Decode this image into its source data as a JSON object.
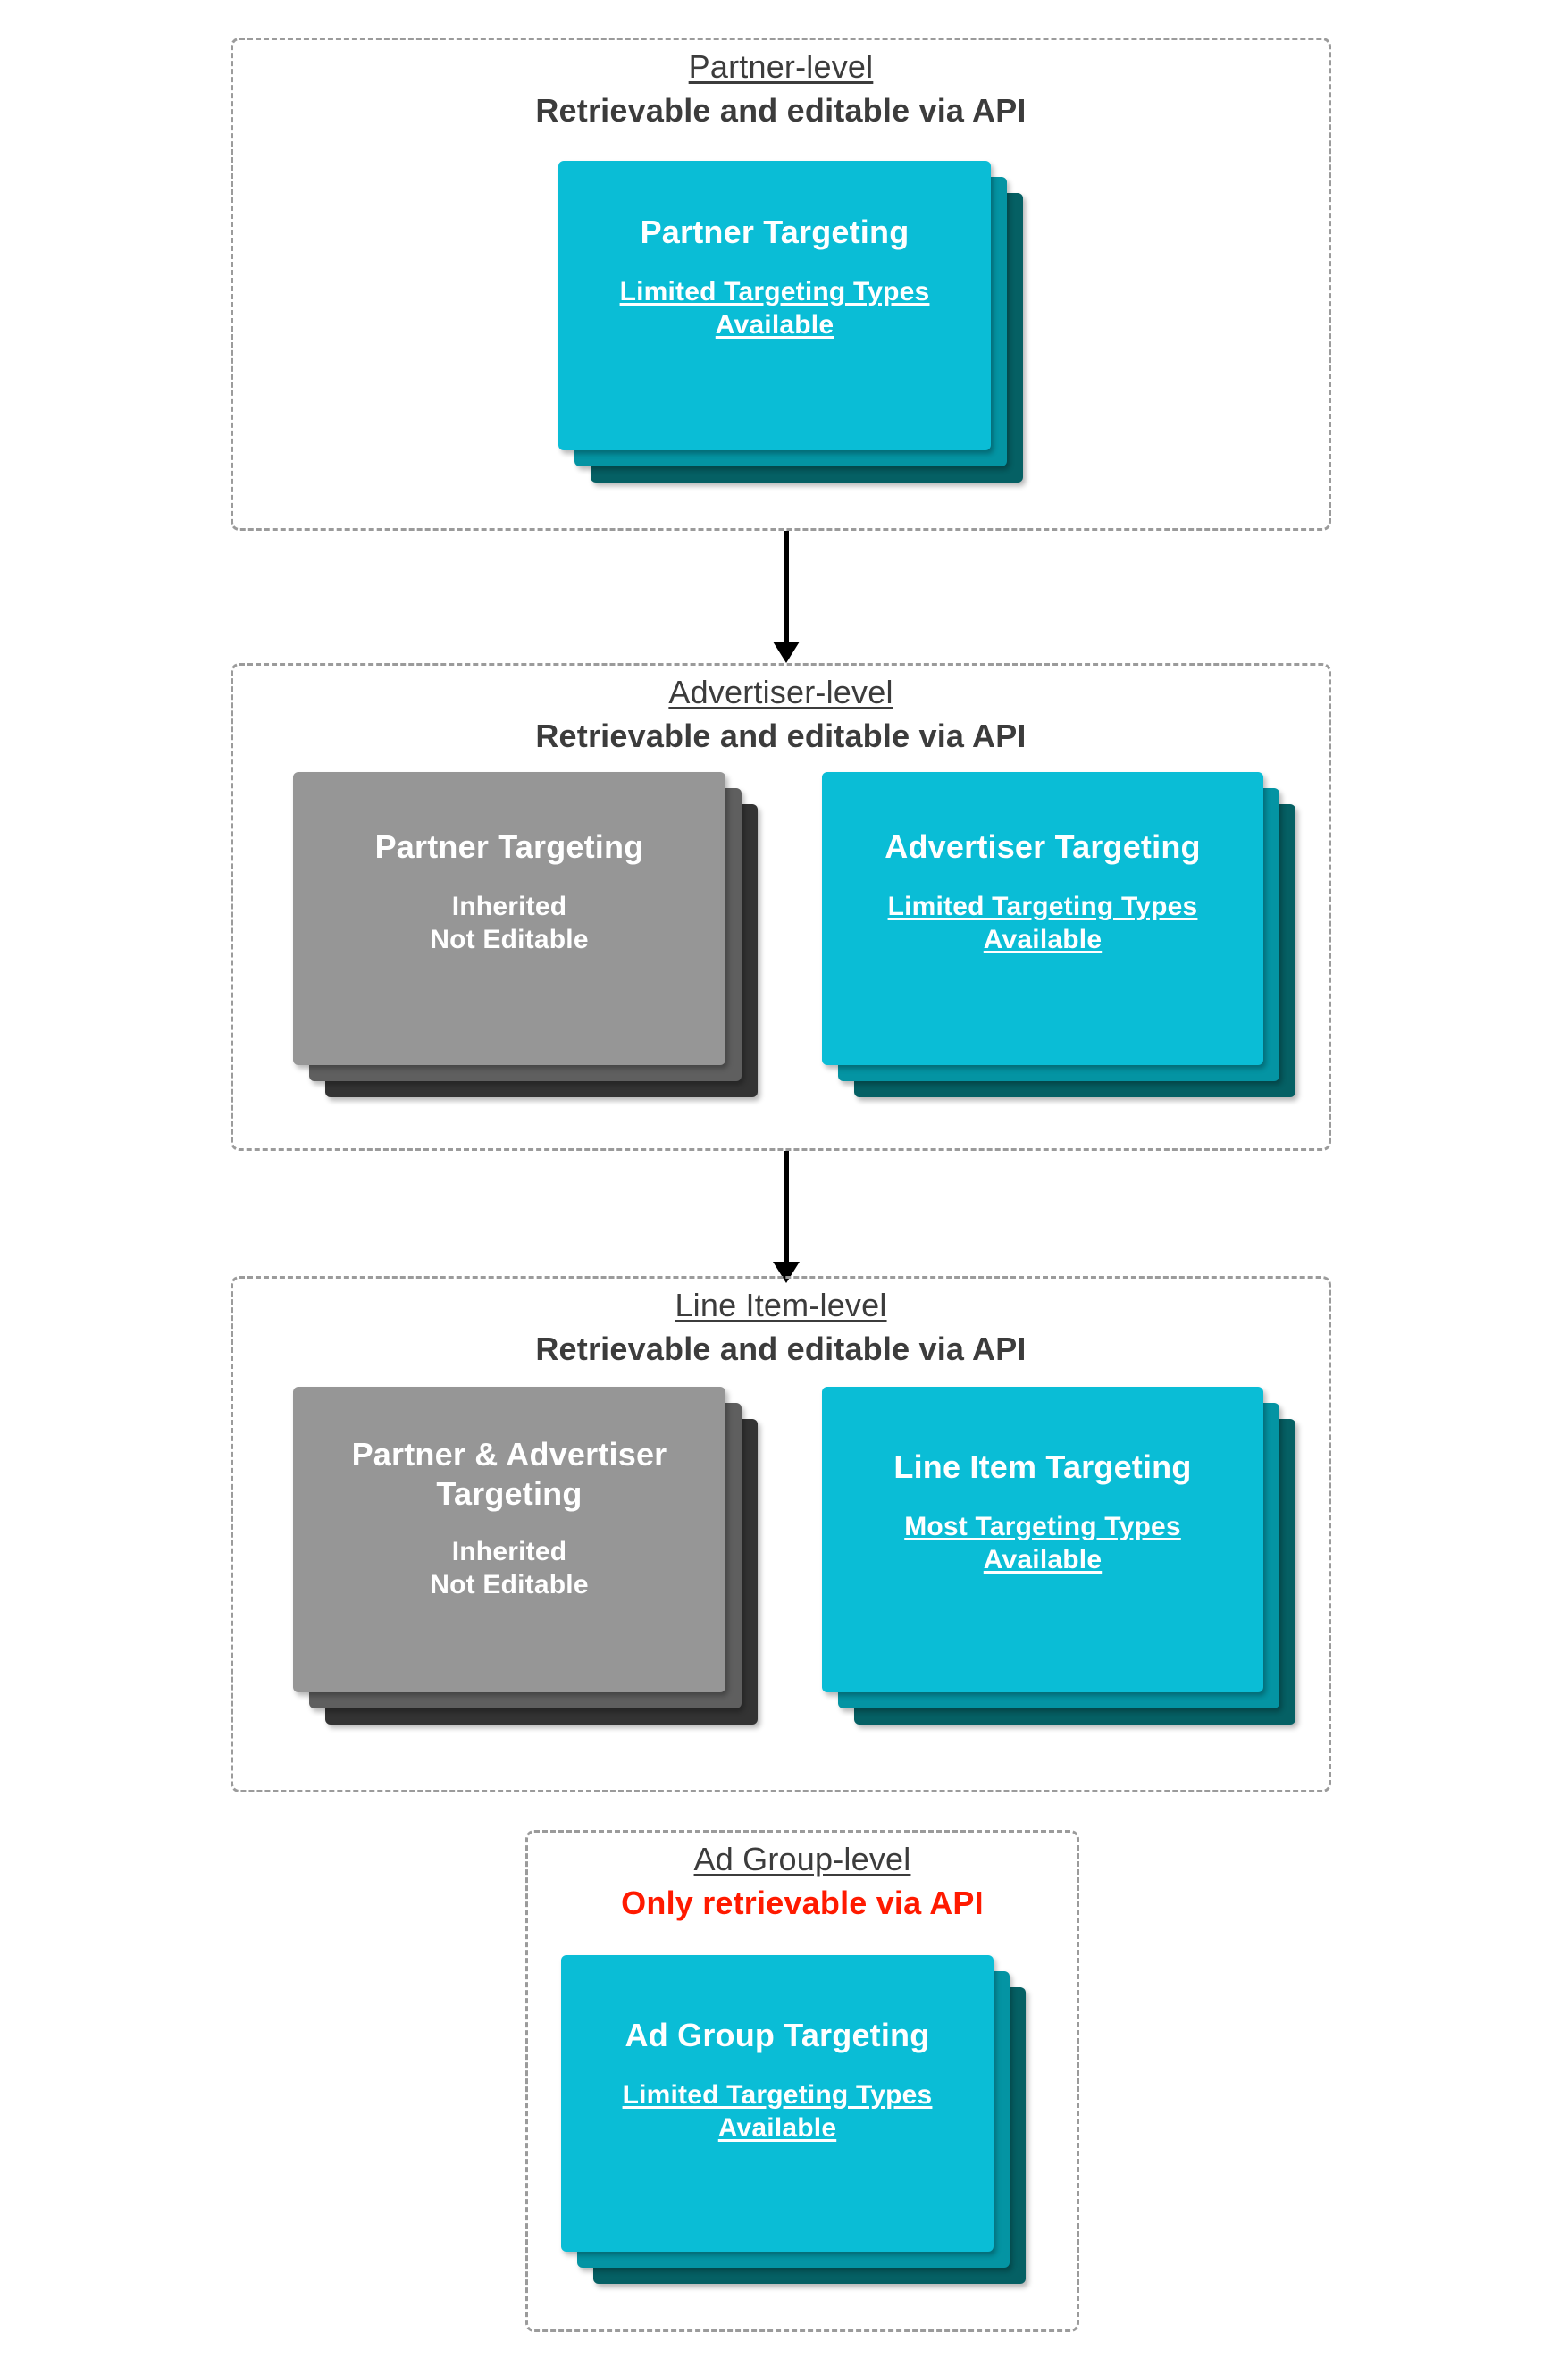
{
  "diagram": {
    "title_semantic": "targeting-inheritance-hierarchy",
    "colors": {
      "card_cyan_front": "#0abdd6",
      "card_cyan_mid": "#0494a3",
      "card_cyan_back": "#056064",
      "card_gray_front": "#969696",
      "card_gray_mid": "#5f5f5f",
      "card_gray_back": "#333333",
      "heading_text": "#3c3c3c",
      "alert_text": "#ff1a00",
      "dashed_border": "#9b9b9b",
      "arrow": "#000000"
    }
  },
  "levels": [
    {
      "id": "partner",
      "name": "Partner-level",
      "api_note": "Retrievable and editable via API",
      "api_note_alert": false,
      "cards": [
        {
          "id": "partner-targeting",
          "style": "cyan",
          "title": "Partner Targeting",
          "sub_line1": "Limited Targeting Types",
          "sub_line2": "Available",
          "sub_underlined": true
        }
      ]
    },
    {
      "id": "advertiser",
      "name": "Advertiser-level",
      "api_note": "Retrievable and editable via API",
      "api_note_alert": false,
      "cards": [
        {
          "id": "inherited-partner-targeting",
          "style": "gray",
          "title": "Partner Targeting",
          "sub_line1": "Inherited",
          "sub_line2": "Not Editable",
          "sub_underlined": false
        },
        {
          "id": "advertiser-targeting",
          "style": "cyan",
          "title": "Advertiser Targeting",
          "sub_line1": "Limited Targeting Types",
          "sub_line2": "Available",
          "sub_underlined": true
        }
      ]
    },
    {
      "id": "line-item",
      "name": "Line Item-level",
      "api_note": "Retrievable and editable via API",
      "api_note_alert": false,
      "cards": [
        {
          "id": "inherited-partner-advertiser-targeting",
          "style": "gray",
          "title": "Partner & Advertiser Targeting",
          "sub_line1": "Inherited",
          "sub_line2": "Not Editable",
          "sub_underlined": false
        },
        {
          "id": "line-item-targeting",
          "style": "cyan",
          "title": "Line Item Targeting",
          "sub_line1": "Most Targeting Types",
          "sub_line2": "Available",
          "sub_underlined": true
        }
      ]
    },
    {
      "id": "ad-group",
      "name": "Ad Group-level",
      "api_note": "Only retrievable via API",
      "api_note_alert": true,
      "cards": [
        {
          "id": "ad-group-targeting",
          "style": "cyan",
          "title": "Ad Group Targeting",
          "sub_line1": "Limited Targeting Types",
          "sub_line2": "Available",
          "sub_underlined": true
        }
      ]
    }
  ],
  "connectors": [
    {
      "id": "partner-to-advertiser",
      "from": "partner",
      "to": "advertiser"
    },
    {
      "id": "advertiser-to-line-item",
      "from": "advertiser",
      "to": "line-item"
    }
  ]
}
